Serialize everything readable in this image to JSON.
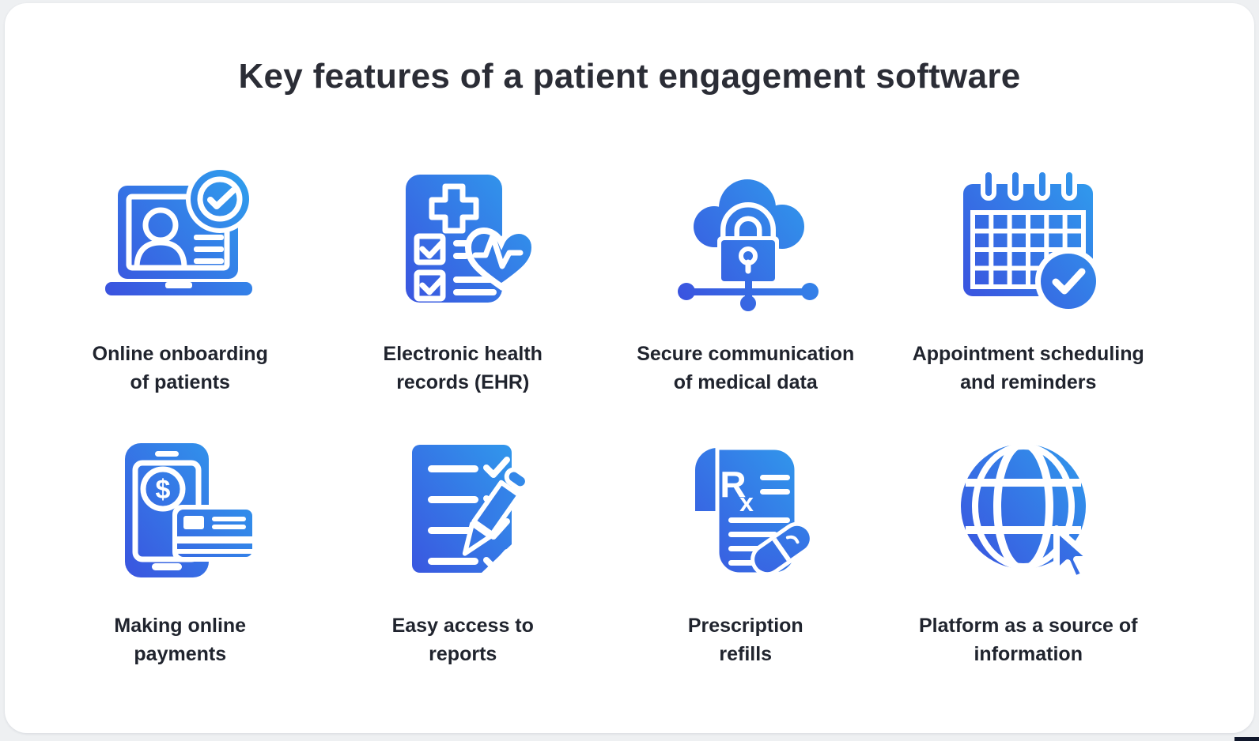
{
  "page": {
    "background_color": "#eef0f2",
    "card_background": "#ffffff",
    "corner_element_color": "#10172b"
  },
  "theme": {
    "icon_gradient_start": "#3B4EDE",
    "icon_gradient_end": "#2FA2EE",
    "title_color": "#2B2D36",
    "label_color": "#20242E"
  },
  "header": {
    "title": "Key features of a patient engagement software"
  },
  "features": [
    {
      "icon": "laptop-patient-check-icon",
      "label": "Online onboarding of patients",
      "lines": [
        "Online onboarding",
        "of patients"
      ]
    },
    {
      "icon": "medical-record-heart-icon",
      "label": "Electronic health records (EHR)",
      "lines": [
        "Electronic health",
        "records (EHR)"
      ]
    },
    {
      "icon": "cloud-lock-network-icon",
      "label": "Secure communication of medical data",
      "lines": [
        "Secure communication",
        "of medical data"
      ]
    },
    {
      "icon": "calendar-check-icon",
      "label": "Appointment scheduling and reminders",
      "lines": [
        "Appointment scheduling",
        "and reminders"
      ]
    },
    {
      "icon": "smartphone-dollar-card-icon",
      "label": "Making online payments",
      "lines": [
        "Making online",
        "payments"
      ]
    },
    {
      "icon": "checklist-pencil-icon",
      "label": "Easy access to reports",
      "lines": [
        "Easy access to",
        "reports"
      ]
    },
    {
      "icon": "prescription-rx-pill-icon",
      "label": "Prescription refills",
      "lines": [
        "Prescription",
        "refills"
      ]
    },
    {
      "icon": "globe-cursor-icon",
      "label": "Platform as a source of information",
      "lines": [
        "Platform as a source of",
        "information"
      ]
    }
  ],
  "icon_glyphs": {
    "dollar_symbol": "$",
    "rx_symbol_r": "R",
    "rx_symbol_x": "x"
  }
}
